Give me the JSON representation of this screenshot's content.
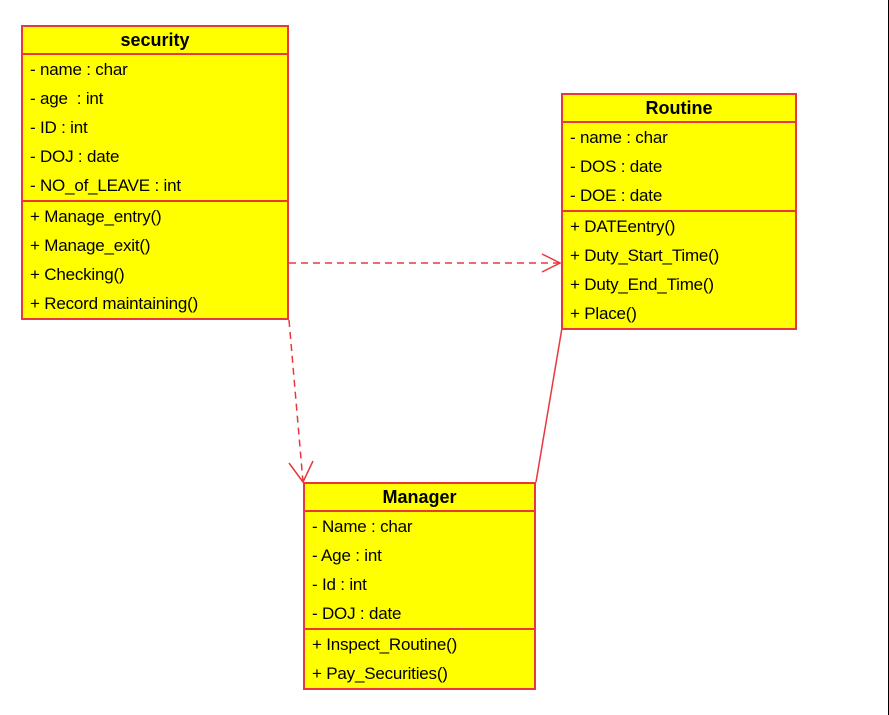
{
  "colors": {
    "box_fill": "#ffff00",
    "box_border": "#e8383d",
    "connector": "#e8383d",
    "text": "#000000"
  },
  "classes": {
    "security": {
      "name": "security",
      "attributes": [
        "- name : char",
        "- age  : int",
        "- ID : int",
        "- DOJ : date",
        "- NO_of_LEAVE : int"
      ],
      "operations": [
        "+ Manage_entry()",
        "+ Manage_exit()",
        "+ Checking()",
        "+ Record maintaining()"
      ]
    },
    "routine": {
      "name": "Routine",
      "attributes": [
        "- name : char",
        "- DOS : date",
        "- DOE : date"
      ],
      "operations": [
        "+ DATEentry()",
        "+ Duty_Start_Time()",
        "+ Duty_End_Time()",
        "+ Place()"
      ]
    },
    "manager": {
      "name": "Manager",
      "attributes": [
        "- Name : char",
        "- Age : int",
        "- Id : int",
        "- DOJ : date"
      ],
      "operations": [
        "+ Inspect_Routine()",
        "+ Pay_Securities()"
      ]
    }
  },
  "relationships": [
    {
      "from": "security",
      "to": "routine",
      "kind": "dependency",
      "style": "dashed",
      "arrow": "open"
    },
    {
      "from": "security",
      "to": "manager",
      "kind": "dependency",
      "style": "dashed",
      "arrow": "open"
    },
    {
      "from": "routine",
      "to": "manager",
      "kind": "association",
      "style": "solid",
      "arrow": "none"
    }
  ]
}
